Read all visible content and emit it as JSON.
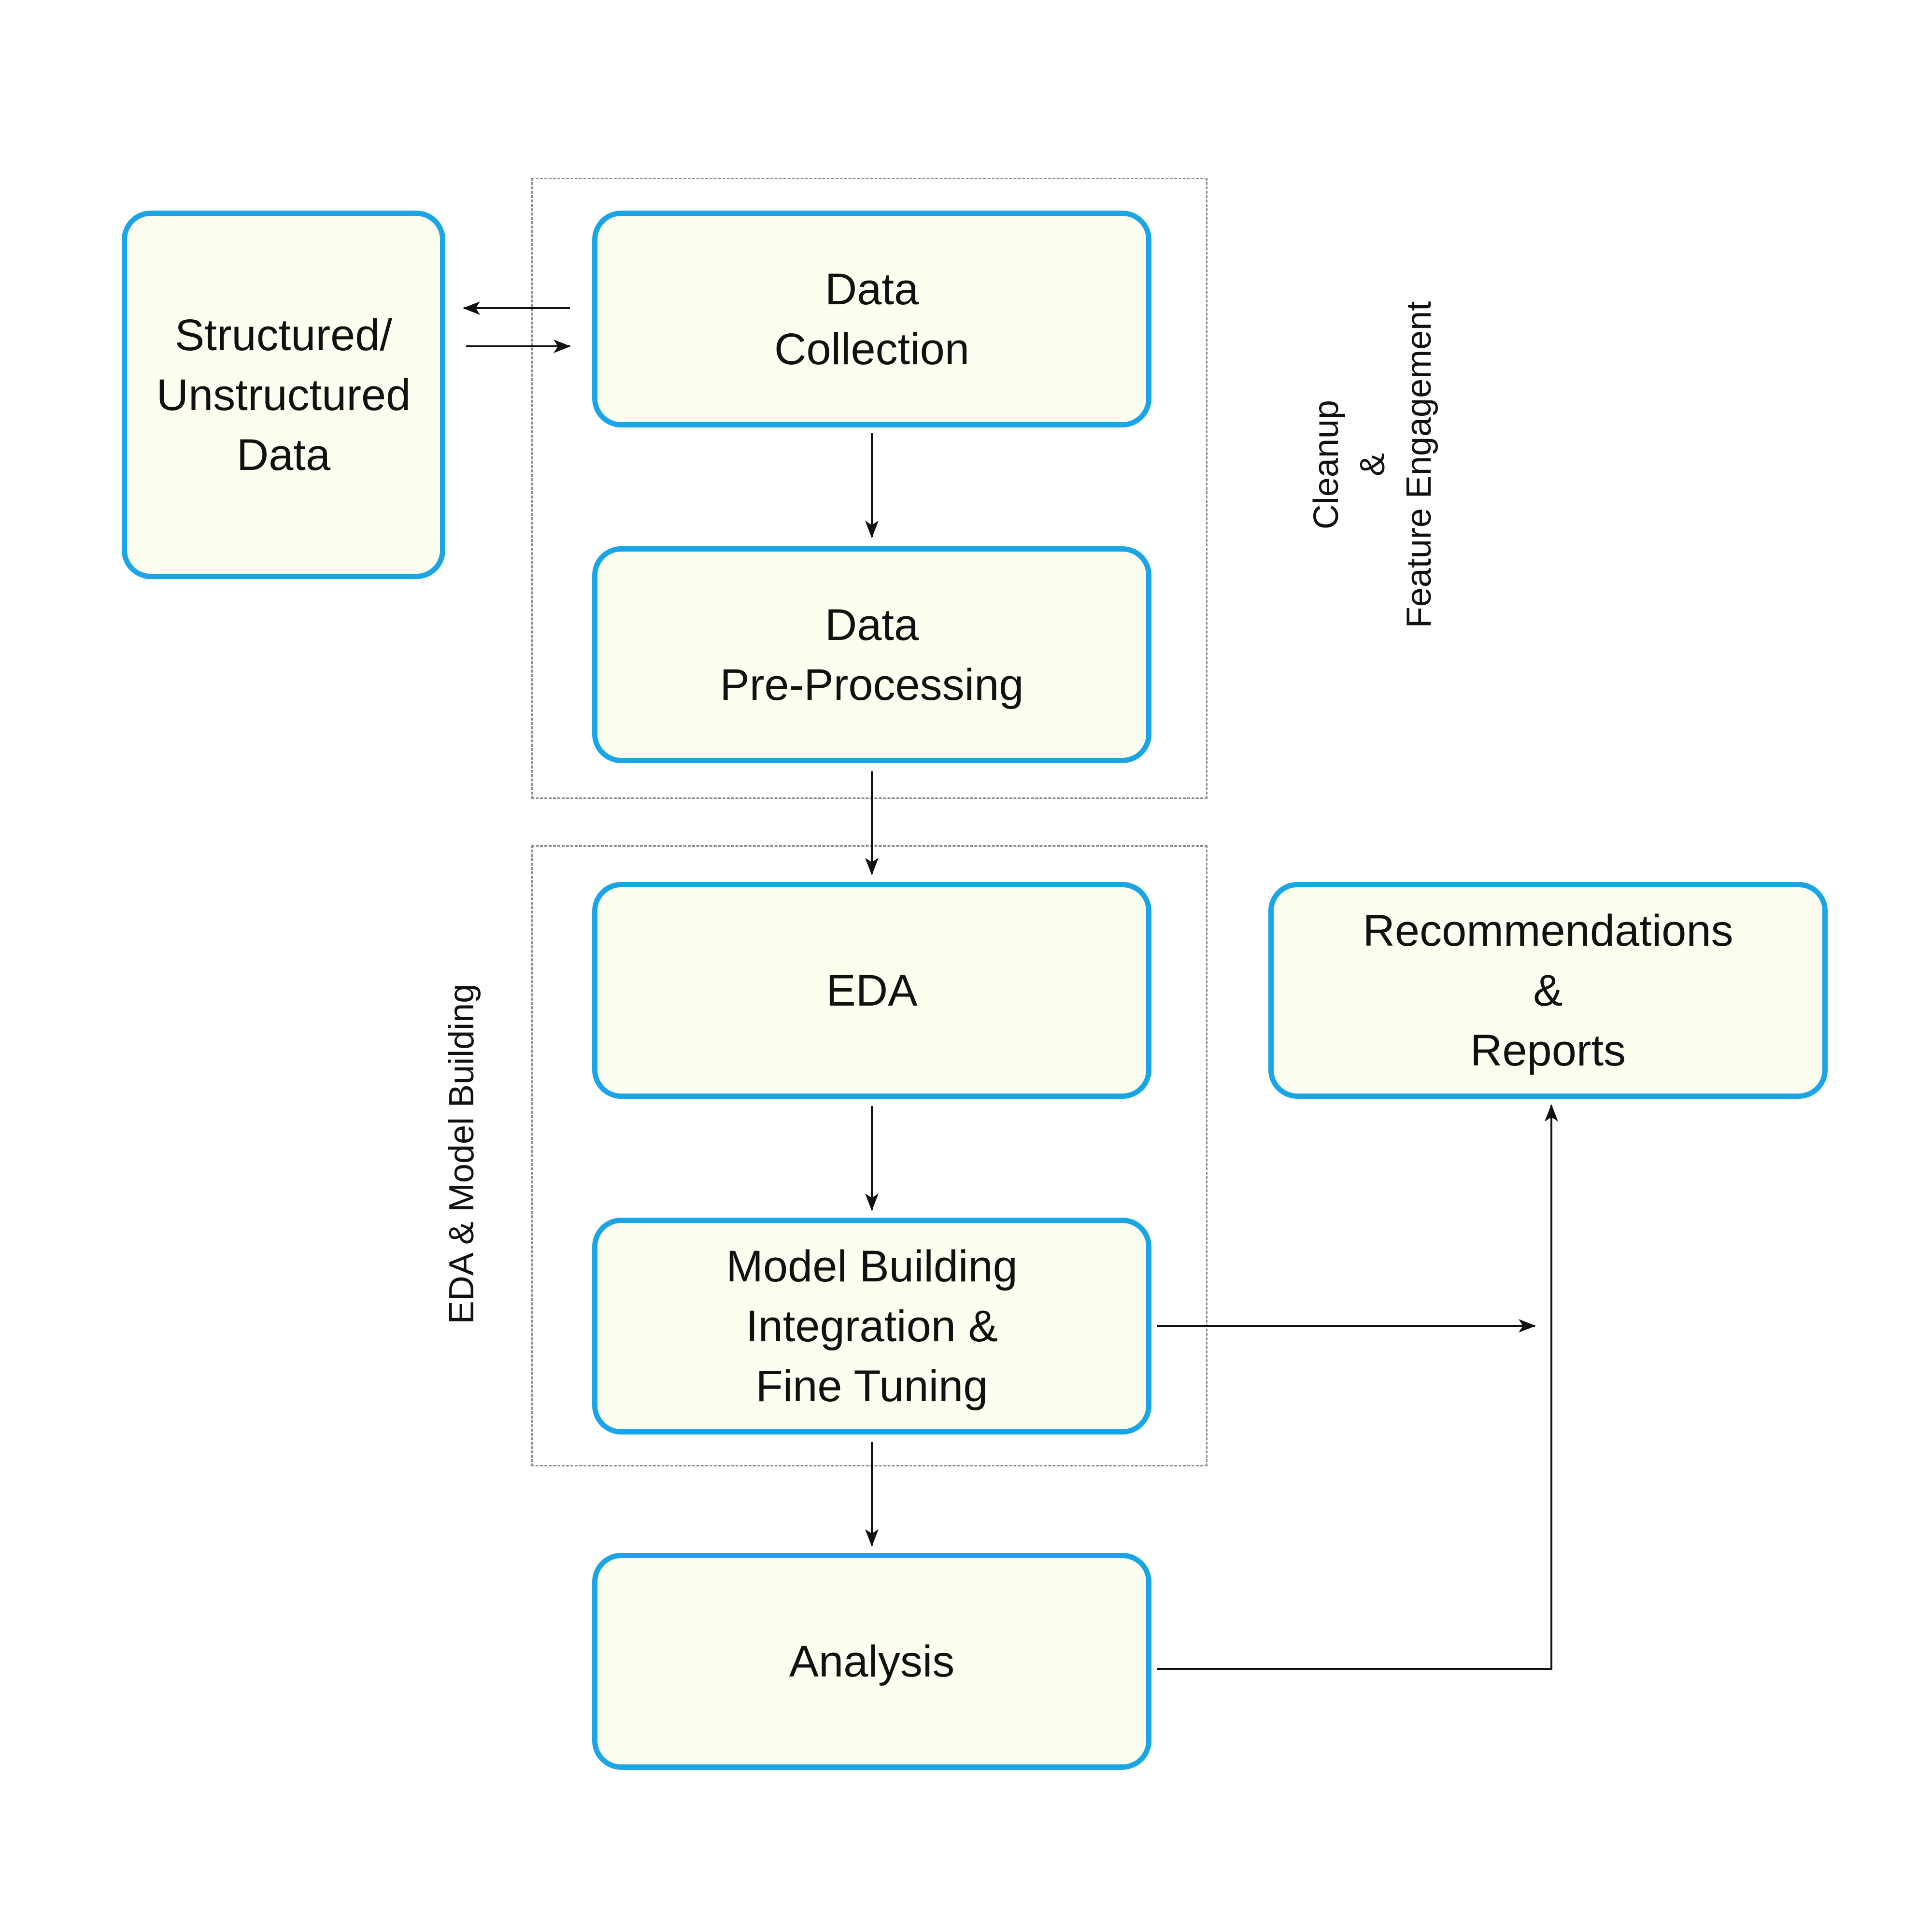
{
  "nodes": {
    "source": {
      "line1": "Structured/",
      "line2": "Unstructured",
      "line3": "Data"
    },
    "collection": {
      "line1": "Data",
      "line2": "Collection"
    },
    "preprocessing": {
      "line1": "Data",
      "line2": "Pre-Processing"
    },
    "eda": {
      "line1": "EDA"
    },
    "model": {
      "line1": "Model Building",
      "line2": "Integration &",
      "line3": "Fine Tuning"
    },
    "analysis": {
      "line1": "Analysis"
    },
    "recommendations": {
      "line1": "Recommendations",
      "line2": "&",
      "line3": "Reports"
    }
  },
  "groups": {
    "cleanup": {
      "line1": "Cleanup",
      "line2": "&",
      "line3": "Feature Engagement"
    },
    "modeling": {
      "line1": "EDA & Model Building"
    }
  },
  "colors": {
    "node_border": "#1aa6e6",
    "node_fill": "#fdfdf0",
    "connector": "#111111",
    "group_frame": "#8a8a8a"
  }
}
